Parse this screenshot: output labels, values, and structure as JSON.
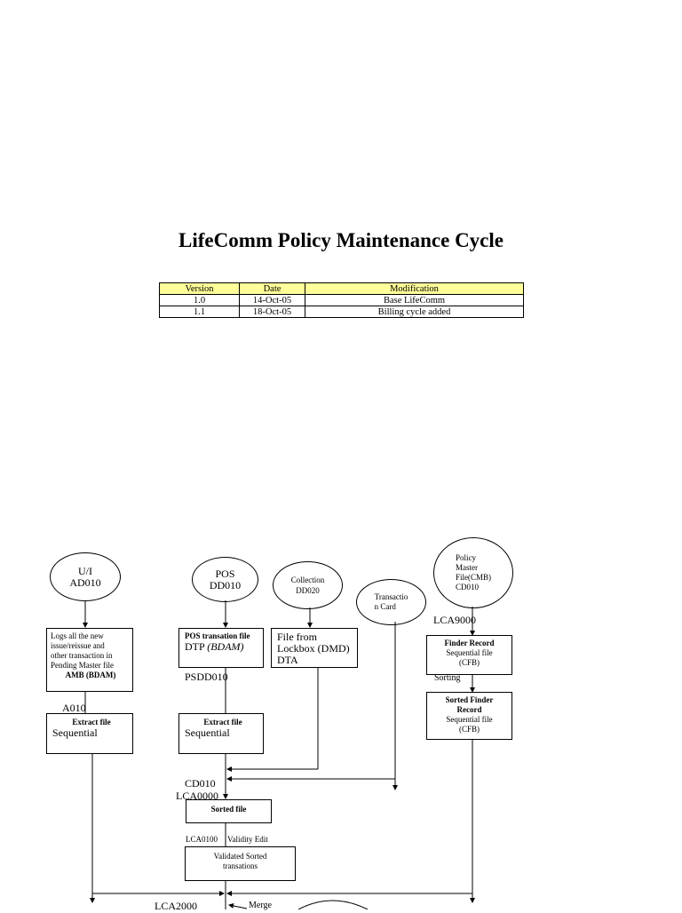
{
  "document": {
    "title": "LifeComm Policy Maintenance Cycle"
  },
  "revision_table": {
    "headers": [
      "Version",
      "Date",
      "Modification"
    ],
    "rows": [
      [
        "1.0",
        "14-Oct-05",
        "Base LifeComm"
      ],
      [
        "1.1",
        "18-Oct-05",
        "Billing cycle added"
      ]
    ],
    "header_color": "#ffff99"
  },
  "flowchart": {
    "ovals": {
      "ui": [
        "U/I",
        "AD010"
      ],
      "pos": [
        "POS",
        "DD010"
      ],
      "collection": [
        "Collection",
        "DD020"
      ],
      "transaction_card": [
        "Transactio",
        "n Card"
      ],
      "policy_master": [
        "Policy",
        "Master",
        "File(CMB)",
        "CD010"
      ]
    },
    "boxes": {
      "logs": {
        "lines": [
          "Logs all the new",
          "issue/reissue and",
          "other transaction in",
          "Pending Master file"
        ],
        "bold_line": "AMB (BDAM)"
      },
      "pos_file": {
        "bold": "POS transation file",
        "plain": "DTP ",
        "italic": "(BDAM)"
      },
      "lockbox": [
        "File from",
        "Lockbox (DMD)",
        "DTA"
      ],
      "finder_record": {
        "bold": "Finder Record",
        "lines": [
          "Sequential file",
          "(CFB)"
        ]
      },
      "sorted_finder": {
        "bold": [
          "Sorted Finder",
          "Record"
        ],
        "lines": [
          "Sequential file",
          "(CFB)"
        ]
      },
      "extract_left": {
        "bold": "Extract file",
        "plain": "Sequential"
      },
      "extract_mid": {
        "bold": "Extract file",
        "plain": "Sequential"
      },
      "sorted_file": {
        "bold": "Sorted file"
      },
      "validated": [
        "Validated Sorted",
        "transations"
      ]
    },
    "labels": {
      "lca9000": "LCA9000",
      "sorting": "Sorting",
      "psdd010": "PSDD010",
      "a010": "A010",
      "cd010": "CD010",
      "lca0000": "LCA0000",
      "lca0100": "LCA0100",
      "validity_edit": "Validity Edit",
      "lca2000": "LCA2000",
      "merge": "Merge"
    }
  }
}
